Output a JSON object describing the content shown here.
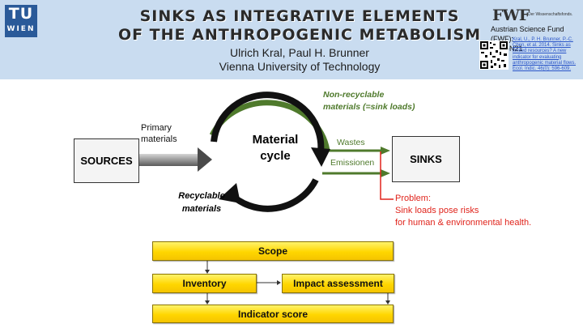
{
  "header": {
    "logo_top": "TU",
    "logo_bottom": "WIEN",
    "title_line1": "SINKS AS INTEGRATIVE ELEMENTS",
    "title_line2": "OF THE ANTHROPOGENIC METABOLISM",
    "authors": "Ulrich Kral, Paul H. Brunner",
    "affiliation": "Vienna University of Technology",
    "fwf_logo": "FWF",
    "fwf_tagline": "Der Wissenschaftsfonds.",
    "fwf_line1": "Austrian Science Fund (FWF):",
    "fwf_line2": "I 549-N21",
    "reference": "Kral, U., P. H. Brunner, P.-C. Chen, et al. 2014. Sinks as limited resources? A new indicator for evaluating anthropogenic material flows. Ecol. Indic. 46(0): 596-609."
  },
  "diagram": {
    "sources": "SOURCES",
    "sinks": "SINKS",
    "cycle_line1": "Material",
    "cycle_line2": "cycle",
    "primary_line1": "Primary",
    "primary_line2": "materials",
    "nonrec_line1": "Non-recyclable",
    "nonrec_line2": "materials (=sink loads)",
    "wastes": "Wastes",
    "emissionen": "Emissionen",
    "recyclable_line1": "Recyclable",
    "recyclable_line2": "materials",
    "problem_line1": "Problem:",
    "problem_line2": "Sink loads pose risks",
    "problem_line3": "for human & environmental health."
  },
  "flow": {
    "scope": "Scope",
    "inventory": "Inventory",
    "impact": "Impact assessment",
    "indicator": "Indicator score"
  },
  "colors": {
    "green": "#4f7a2c",
    "red": "#e0241c",
    "header_bg": "#c9dcf0",
    "yellow": "#ffd600"
  }
}
